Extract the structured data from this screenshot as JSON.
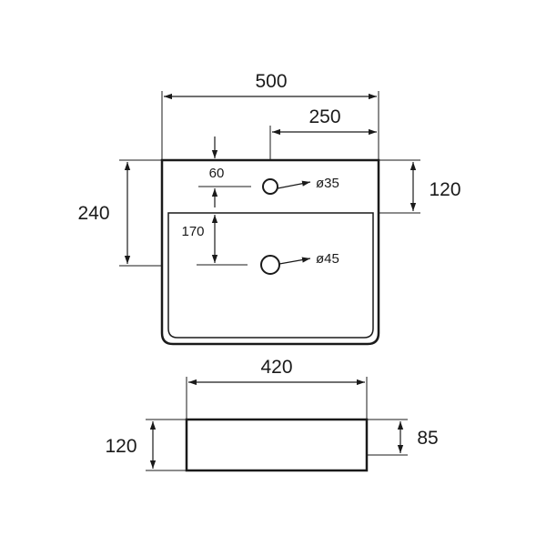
{
  "colors": {
    "line": "#1a1a1a",
    "background": "#ffffff"
  },
  "top_view": {
    "overall_width": "500",
    "tap_offset": "250",
    "overall_depth": "240",
    "tap_hole_depth": "120",
    "tap_hole_from_edge": "60",
    "drain_from_bowl_edge": "170",
    "tap_hole_diameter": "ø35",
    "drain_diameter": "ø45"
  },
  "side_view": {
    "bowl_width": "420",
    "overall_height": "120",
    "bowl_height": "85"
  }
}
